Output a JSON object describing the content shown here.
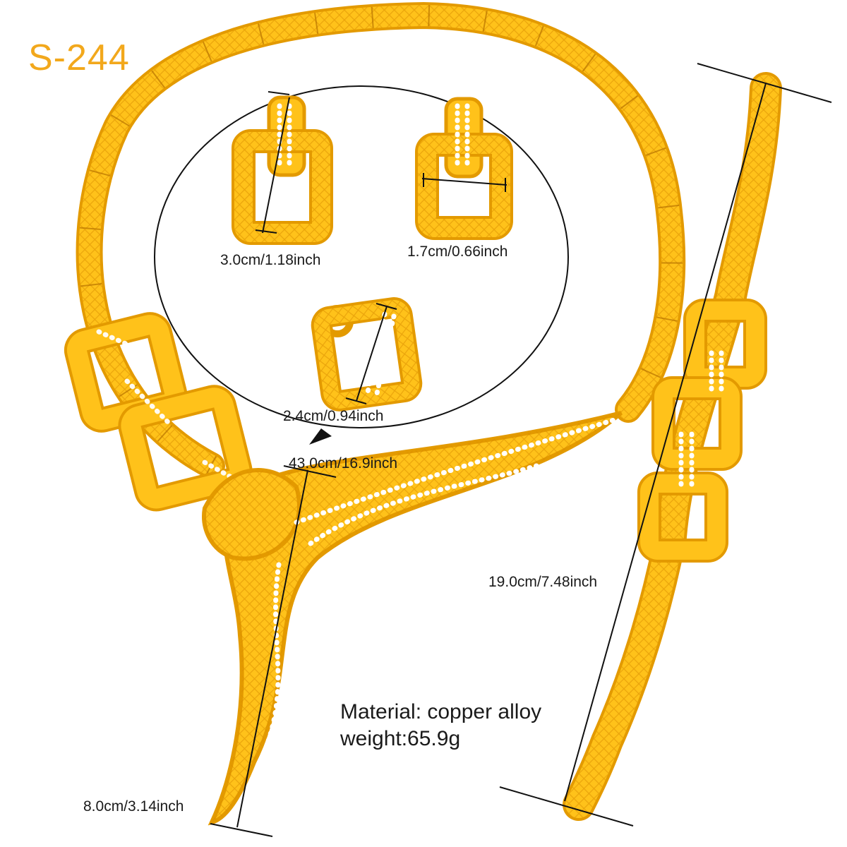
{
  "product": {
    "code": "S-244",
    "material": "Material:  copper alloy",
    "weight": "weight:65.9g"
  },
  "dimensions": {
    "earring_height": "3.0cm/1.18inch",
    "earring_width": "1.7cm/0.66inch",
    "ring_size": "2.4cm/0.94inch",
    "necklace_length": "43.0cm/16.9inch",
    "pendant_length": "8.0cm/3.14inch",
    "bracelet_length": "19.0cm/7.48inch"
  },
  "colors": {
    "gold": "#ffc21a",
    "gold_dark": "#e39a00",
    "gold_light": "#ffe36a",
    "code_text": "#f2a81c",
    "line": "#111111"
  }
}
